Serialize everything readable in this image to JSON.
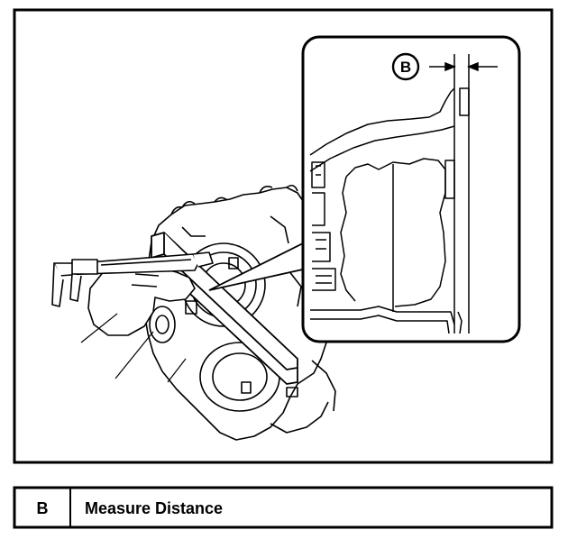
{
  "figure": {
    "callout_letter": "B"
  },
  "legend": {
    "rows": [
      {
        "key": "B",
        "description": "Measure Distance"
      }
    ]
  }
}
